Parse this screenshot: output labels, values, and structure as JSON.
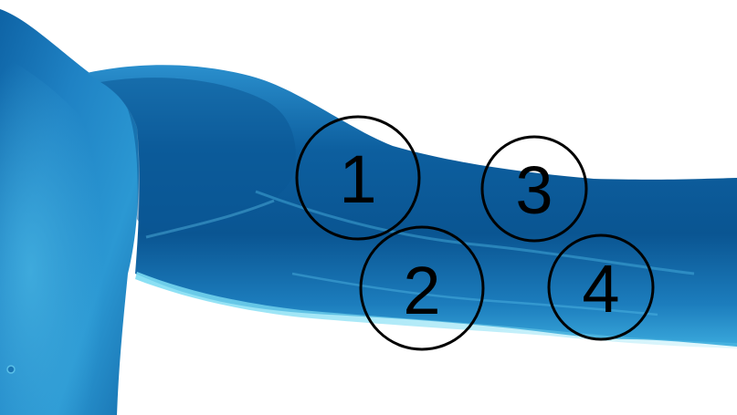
{
  "figure": {
    "body_color": "#1f7fbe",
    "body_shadow_color": "#0b4f8a",
    "body_highlight_color": "#6fd1ee",
    "marker_stroke_color": "#000000",
    "markers": [
      {
        "id": "1",
        "label": "1"
      },
      {
        "id": "2",
        "label": "2"
      },
      {
        "id": "3",
        "label": "3"
      },
      {
        "id": "4",
        "label": "4"
      }
    ]
  }
}
